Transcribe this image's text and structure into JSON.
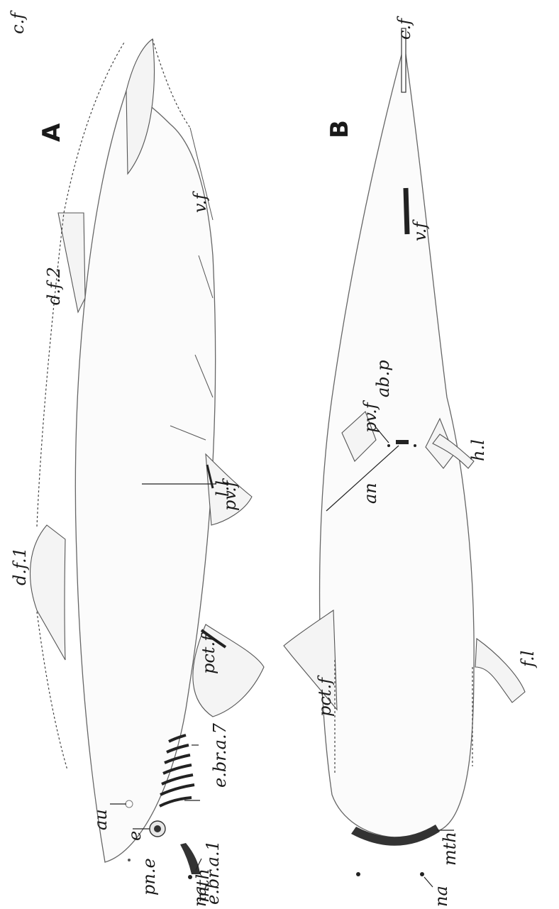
{
  "figures": [
    {
      "letter": "A",
      "labels": {
        "cf": "c.f",
        "df2": "d.f.2",
        "vf": "v.f",
        "pvf": "pv.f",
        "ll": "l.l",
        "df1": "d.f.1",
        "pctf": "pct.f",
        "ebra7": "e.br.a.7",
        "ebra1": "e.br.a.1",
        "au": "au",
        "e": "e",
        "pne": "pn.e",
        "na": "na",
        "mth": "mth"
      }
    },
    {
      "letter": "B",
      "labels": {
        "cf": "c.f",
        "vf": "v.f",
        "abp": "ab.p",
        "pvf": "pv.f",
        "hl": "h.l",
        "an": "an",
        "pctf": "pct.f",
        "fl": "f.l",
        "na": "na",
        "mth": "mth"
      }
    }
  ],
  "colors": {
    "ink": "#1a1a1a",
    "shade": "#b9b9b9",
    "dark_mark": "#222222"
  }
}
